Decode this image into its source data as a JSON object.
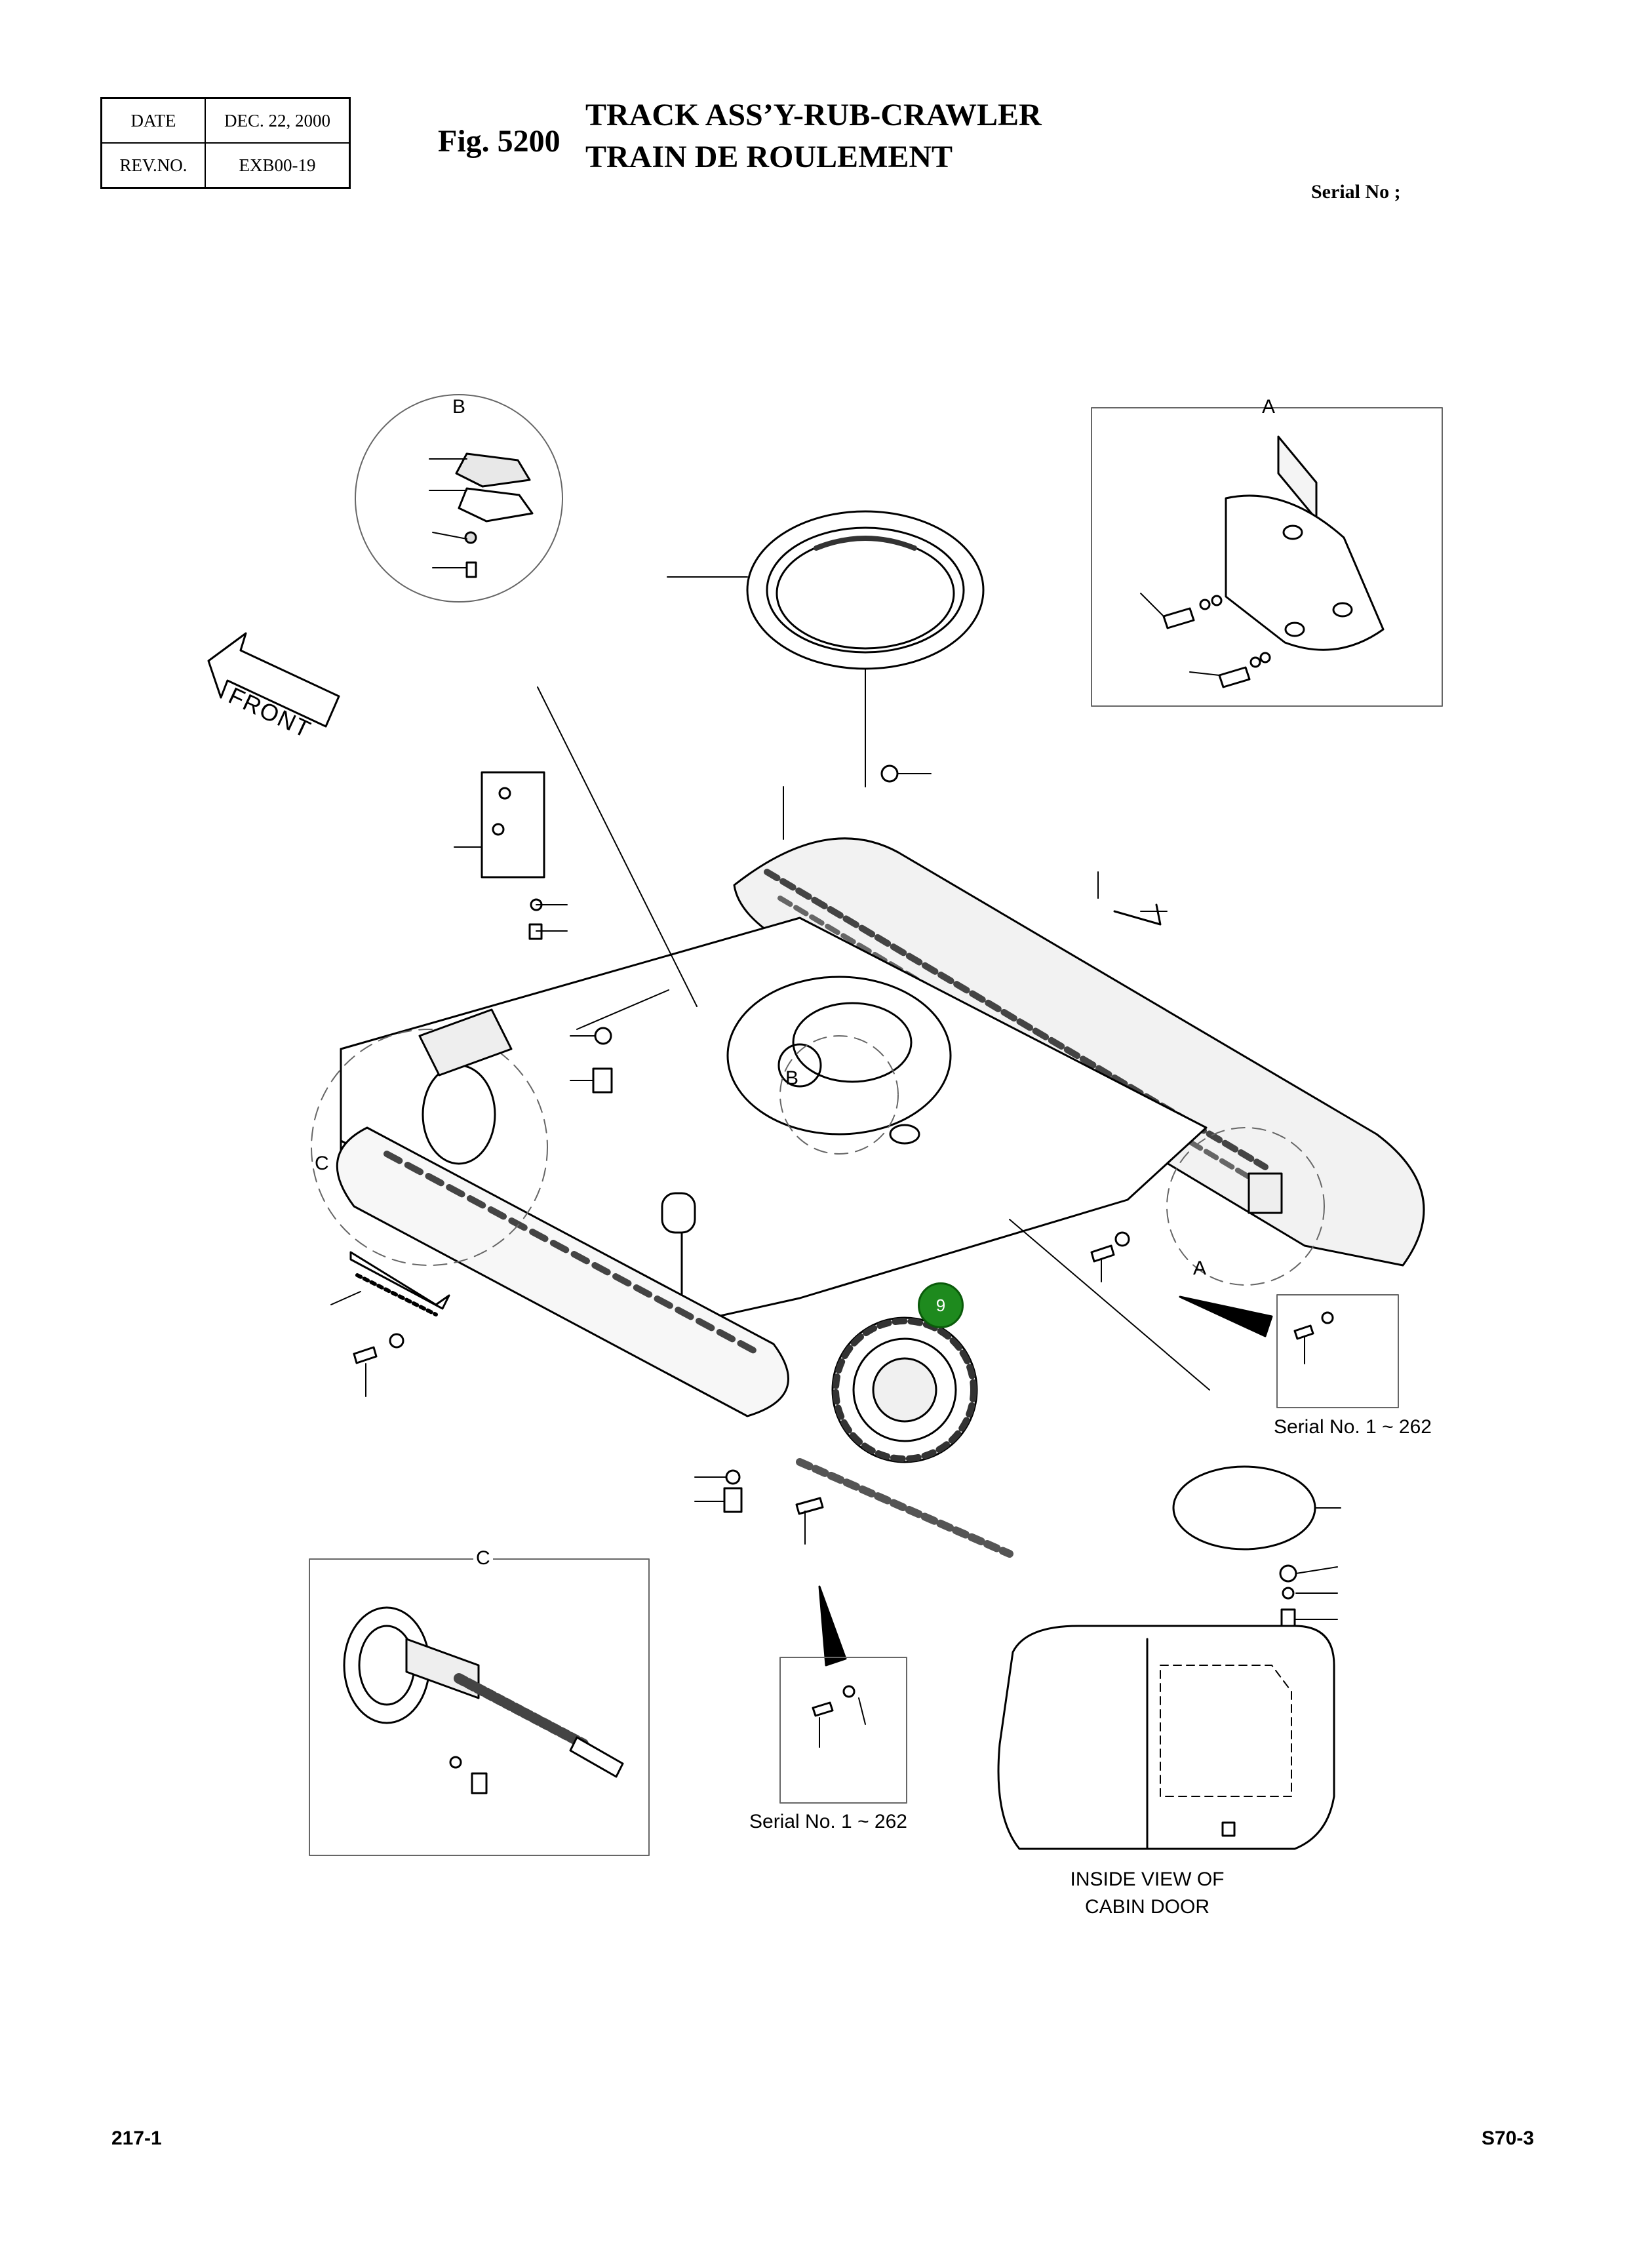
{
  "header": {
    "date_label": "DATE",
    "date_value": "DEC. 22, 2000",
    "rev_label": "REV.NO.",
    "rev_value": "EXB00-19"
  },
  "figure": {
    "number": "Fig. 5200",
    "title_en": "TRACK ASS’Y-RUB-CRAWLER",
    "title_fr": "TRAIN DE ROULEMENT",
    "serial_label": "Serial No ;"
  },
  "views": {
    "a": "A",
    "b": "B",
    "c": "C",
    "b_on_ring": "B",
    "c_on_frame": "C",
    "a_on_frame": "A"
  },
  "front_label": "FRONT",
  "callout": {
    "number": "9",
    "color": "#1e8a1e"
  },
  "notes": {
    "serial_right": "Serial No. 1 ~ 262",
    "serial_bottom": "Serial No. 1 ~ 262",
    "cabin_line1": "INSIDE VIEW OF",
    "cabin_line2": "CABIN DOOR"
  },
  "footer": {
    "left": "217-1",
    "right": "S70-3"
  }
}
